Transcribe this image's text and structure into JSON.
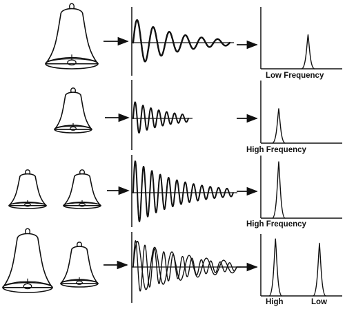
{
  "ink_color": "#111111",
  "background_color": "#ffffff",
  "rows": [
    {
      "bells": [
        {
          "kind": "large"
        }
      ],
      "waveforms": [
        {
          "cycles": 6,
          "decay": 2.2,
          "stroke": 2.4
        }
      ],
      "peaks": [
        {
          "position": 0.58,
          "height": 0.55
        }
      ],
      "labels": [
        "Low Frequency"
      ]
    },
    {
      "bells": [
        {
          "kind": "small"
        }
      ],
      "waveforms": [
        {
          "cycles": 7,
          "decay": 1.6,
          "stroke": 2.0
        }
      ],
      "peaks": [
        {
          "position": 0.22,
          "height": 0.55
        }
      ],
      "labels": [
        "High Frequency"
      ]
    },
    {
      "bells": [
        {
          "kind": "small"
        },
        {
          "kind": "small"
        }
      ],
      "waveforms": [
        {
          "cycles": 12,
          "decay": 2.2,
          "stroke": 2.0
        }
      ],
      "peaks": [
        {
          "position": 0.22,
          "height": 0.9
        }
      ],
      "labels": [
        "High Frequency"
      ]
    },
    {
      "bells": [
        {
          "kind": "large"
        },
        {
          "kind": "small"
        }
      ],
      "waveforms": [
        {
          "cycles": 11,
          "decay": 2.0,
          "stroke": 1.4
        },
        {
          "cycles": 6,
          "decay": 1.6,
          "stroke": 1.4
        }
      ],
      "peaks": [
        {
          "position": 0.18,
          "height": 0.92
        },
        {
          "position": 0.72,
          "height": 0.85
        }
      ],
      "labels": [
        "High",
        "Low"
      ]
    }
  ]
}
